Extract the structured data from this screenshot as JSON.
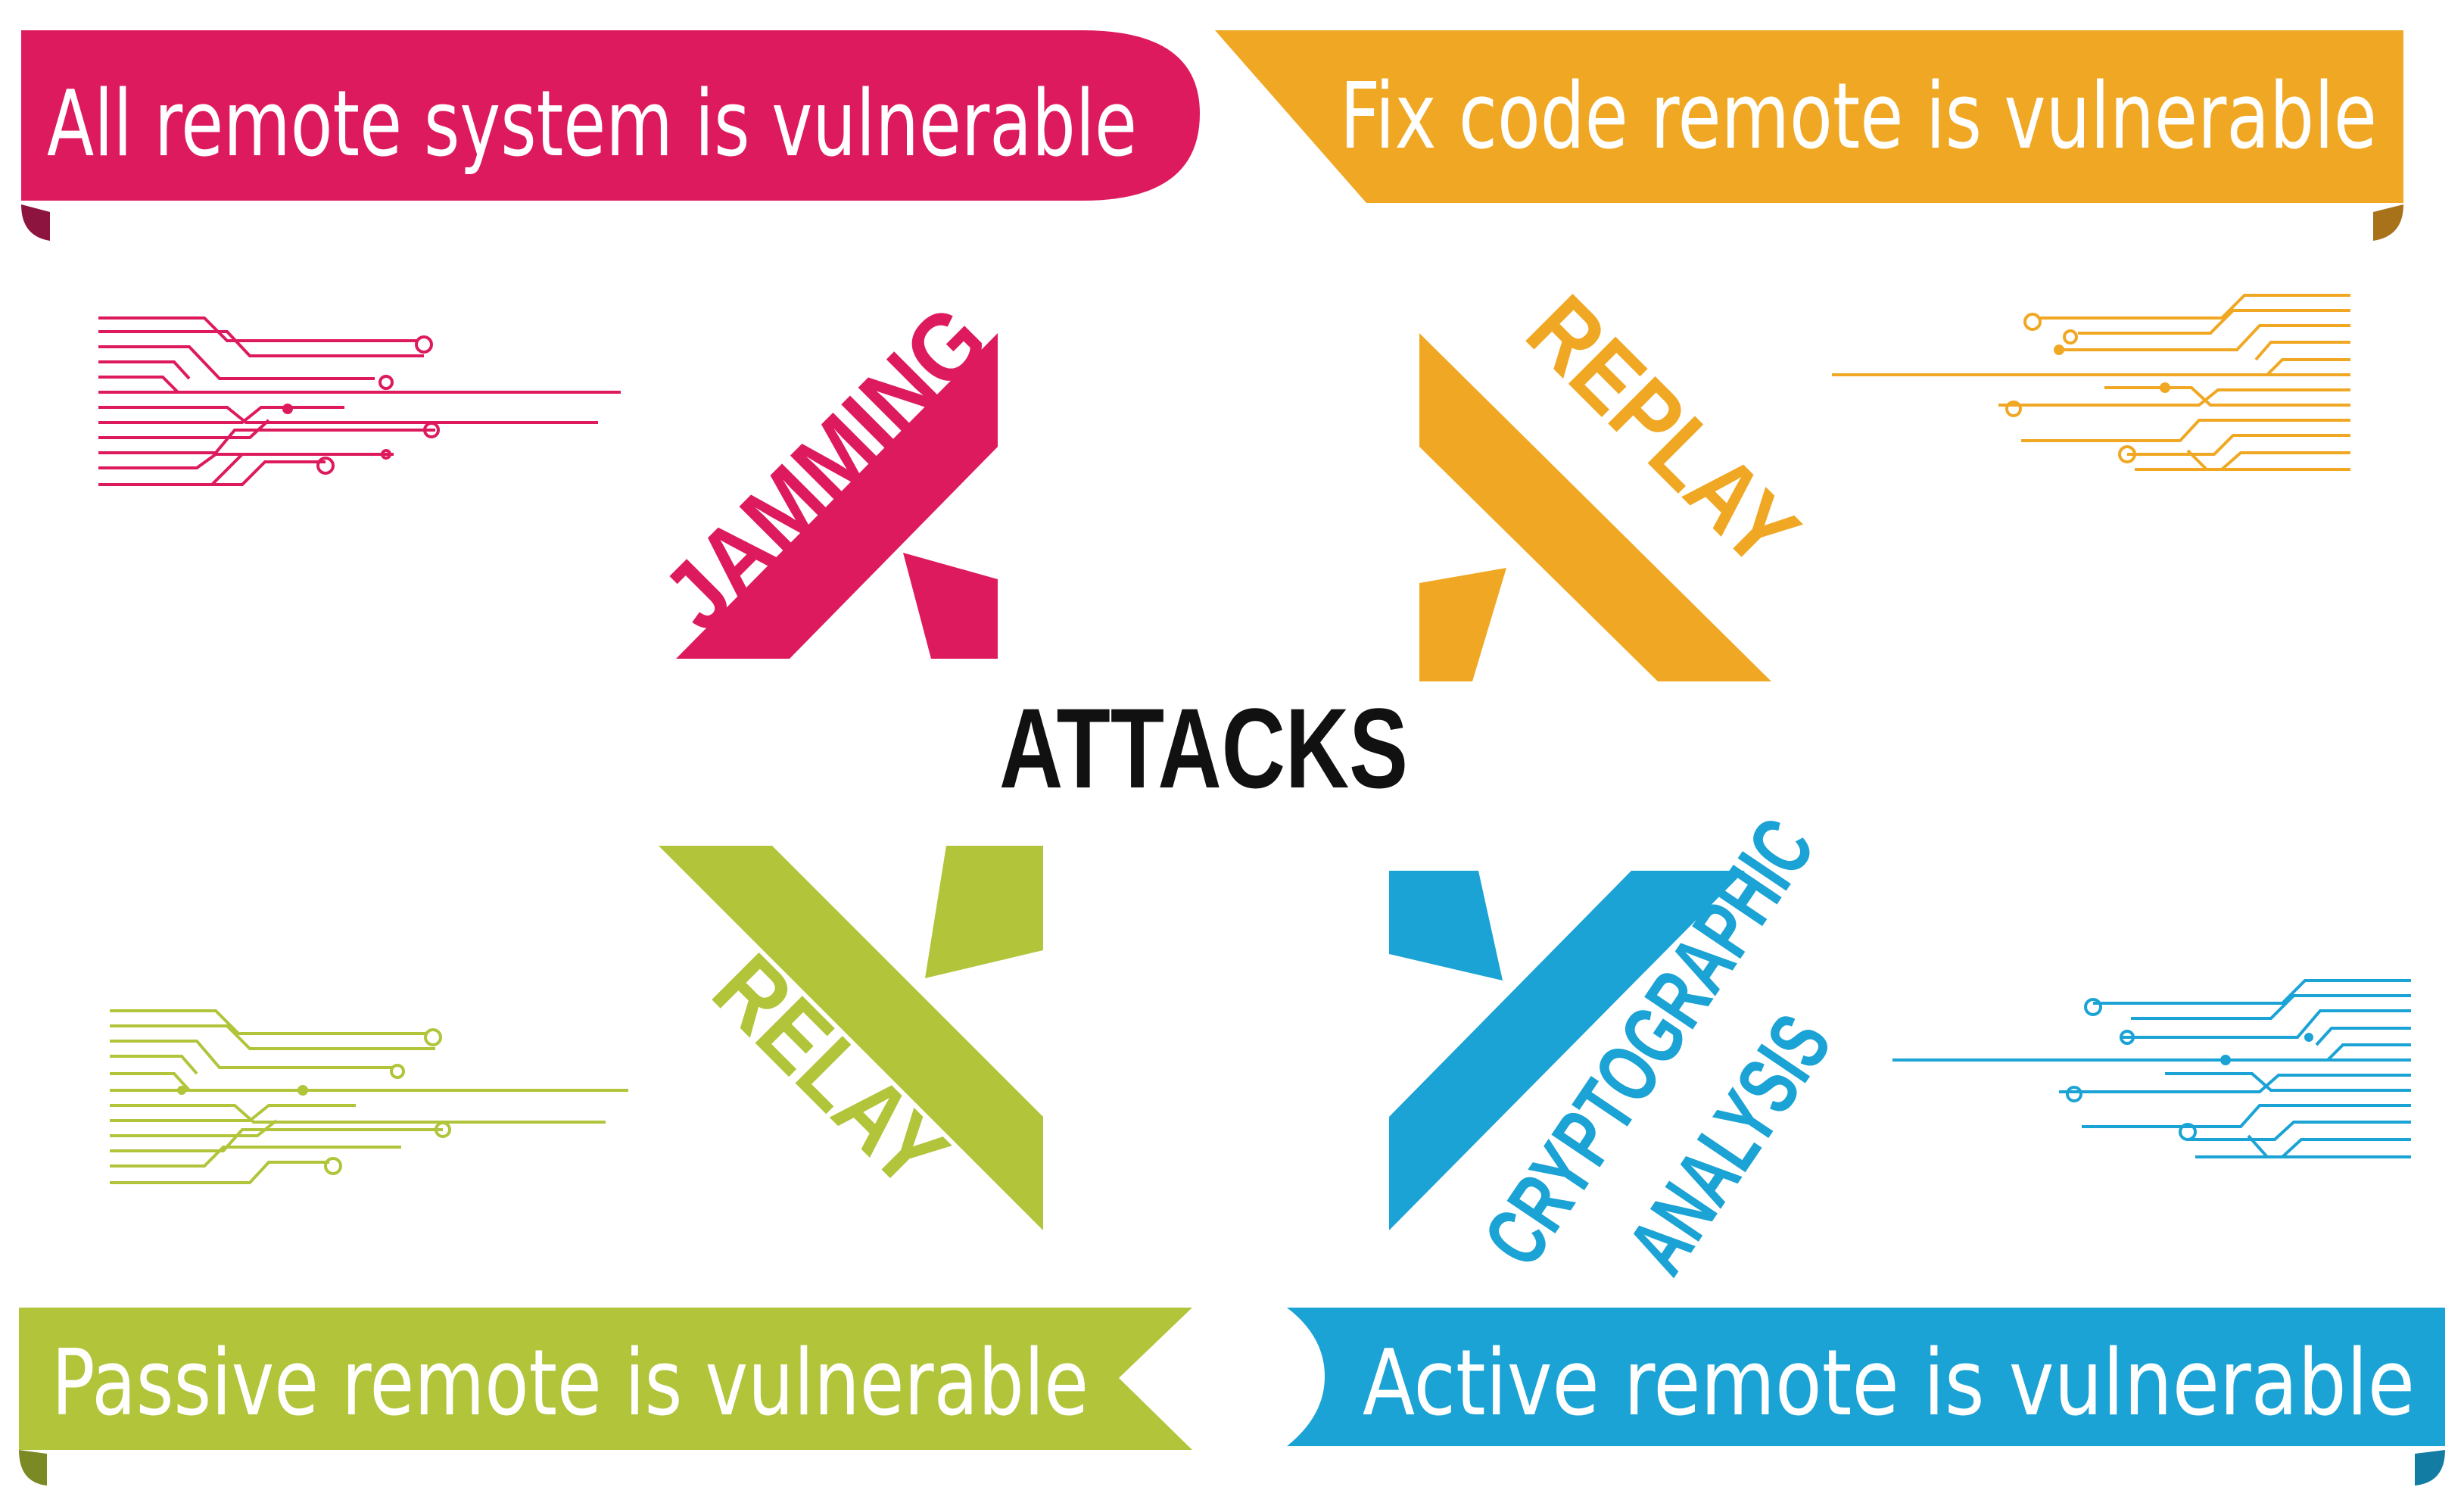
{
  "center_label": "ATTACKS",
  "banners": {
    "top_left": {
      "text": "All remote system is vulnerable",
      "color": "#DE1A5E"
    },
    "top_right": {
      "text": "Fix code remote is vulnerable",
      "color": "#F0A824"
    },
    "bottom_left": {
      "text": "Passive remote is vulnerable",
      "color": "#B1C43A"
    },
    "bottom_right": {
      "text": "Active remote is vulnerable",
      "color": "#1AA3D4"
    }
  },
  "attacks": {
    "jamming": {
      "label": "JAMMING",
      "color": "#DE1A5E",
      "icon": "circuit-lines-icon"
    },
    "replay": {
      "label": "REPLAY",
      "color": "#F0A824",
      "icon": "circuit-lines-icon"
    },
    "relay": {
      "label": "RELAY",
      "color": "#B1C43A",
      "icon": "circuit-lines-icon"
    },
    "cryptographic_analysis": {
      "label_line1": "CRYPTOGRAPHIC",
      "label_line2": "ANALYSIS",
      "color": "#1AA3D4",
      "icon": "circuit-lines-icon"
    }
  }
}
